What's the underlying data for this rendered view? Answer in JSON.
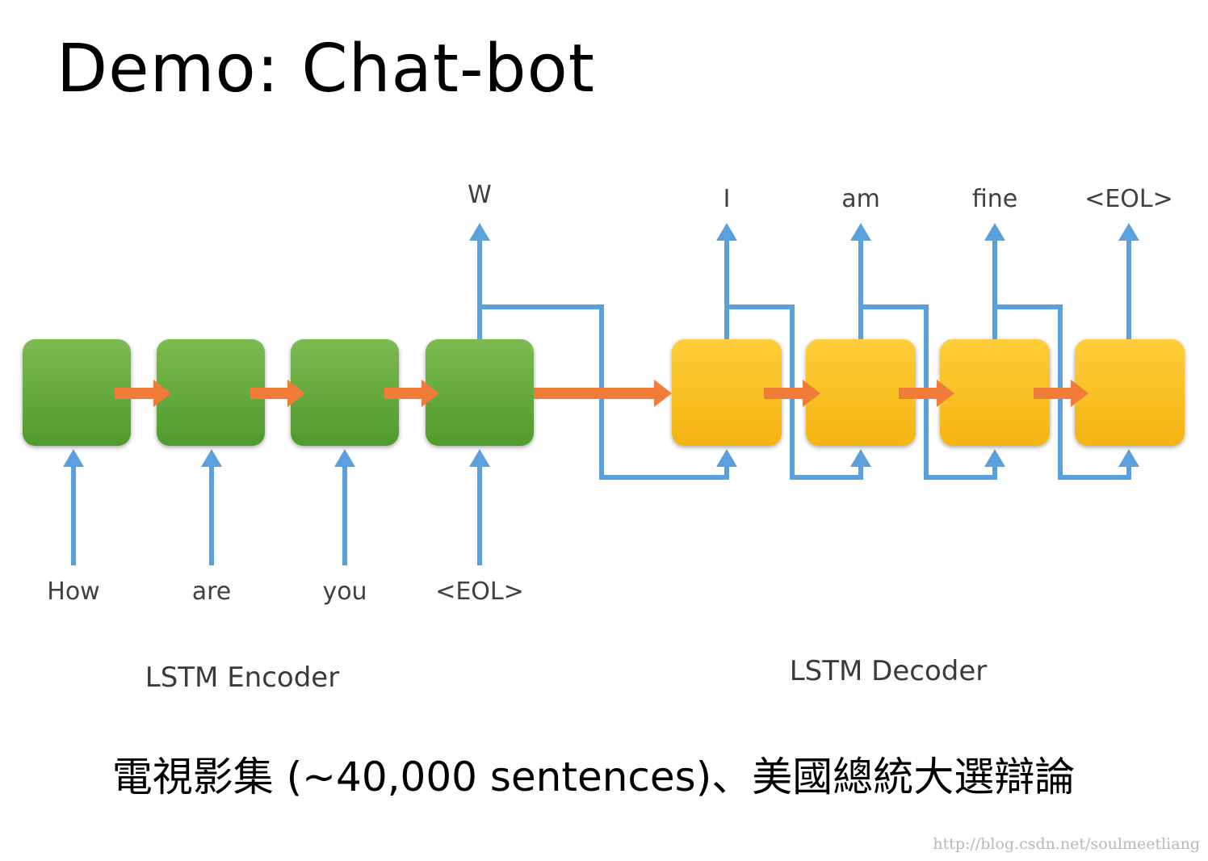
{
  "title": "Demo: Chat-bot",
  "encoder": {
    "label": "LSTM Encoder",
    "inputs": [
      "How",
      "are",
      "you",
      "<EOL>"
    ],
    "output": "W"
  },
  "decoder": {
    "label": "LSTM Decoder",
    "outputs": [
      "I",
      "am",
      "fine",
      "<EOL>"
    ]
  },
  "caption": "電視影集 (~40,000 sentences)、美國總統大選辯論",
  "watermark": "http://blog.csdn.net/soulmeetliang",
  "colors": {
    "encoder_cell": "#62a83a",
    "decoder_cell": "#f7bc1c",
    "recurrent_arrow": "#f07c38",
    "io_arrow": "#5aa0dc"
  }
}
